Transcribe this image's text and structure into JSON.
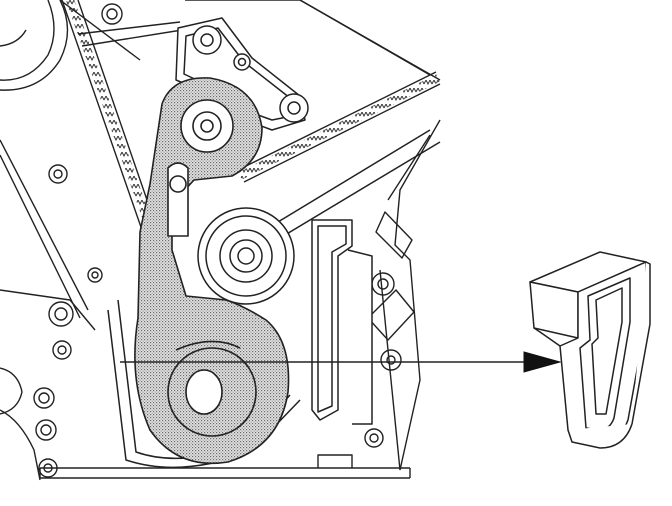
{
  "diagram": {
    "caption": "",
    "colors": {
      "line": "#222222",
      "background": "#ffffff",
      "shaded_part": "#bdbdbd"
    },
    "parts": [
      "engine-block",
      "toothed-timing-belt",
      "accessory-drive-belt",
      "belt-tensioner-arm",
      "idler-pulley",
      "mounting-bracket",
      "locking-tool"
    ],
    "callout": {
      "from": "belt-tensioner-arm",
      "to": "locking-tool",
      "arrow": "right"
    }
  }
}
